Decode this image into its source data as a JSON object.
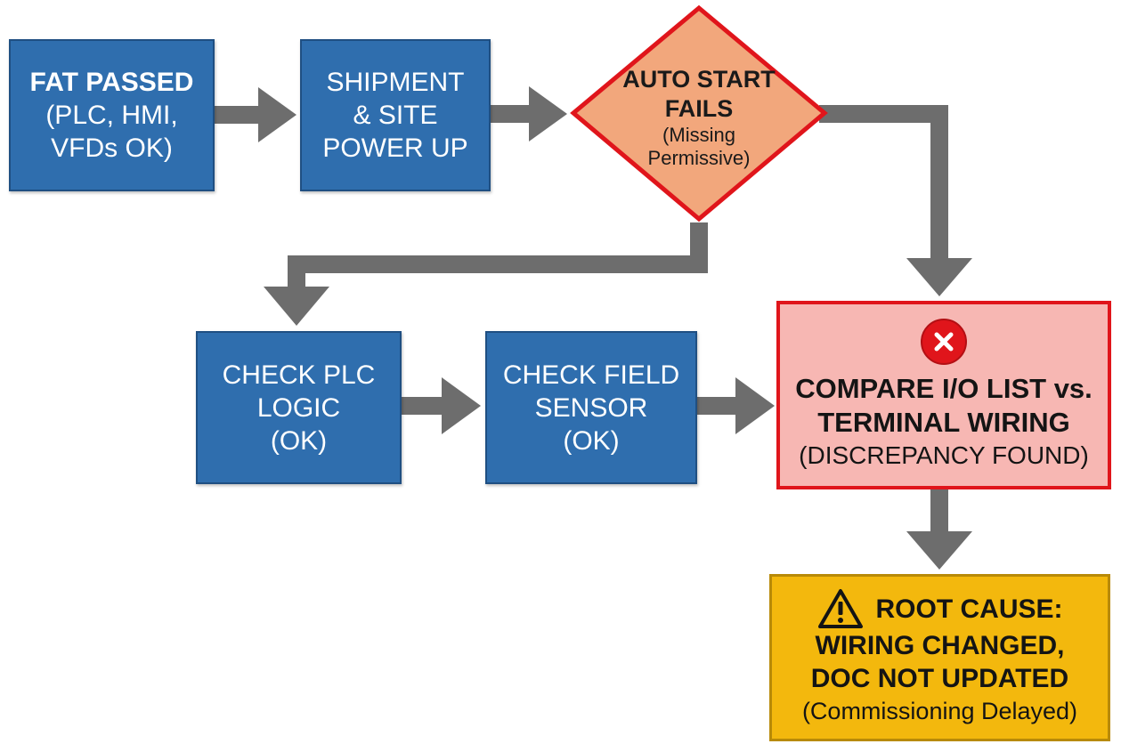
{
  "colors": {
    "process_box": "#2f6eae",
    "decision_fill": "#f2a77c",
    "decision_border": "#e0151b",
    "discrepancy_fill": "#f7b7b3",
    "root_cause_fill": "#f3b80d",
    "arrow": "#6d6d6d"
  },
  "nodes": {
    "fat": {
      "lines": [
        "FAT PASSED",
        "(PLC, HMI,",
        "VFDs OK)"
      ]
    },
    "shipment": {
      "lines": [
        "SHIPMENT",
        "& SITE",
        "POWER UP"
      ]
    },
    "auto_start": {
      "title_lines": [
        "AUTO START",
        "FAILS"
      ],
      "note_lines": [
        "(Missing",
        "Permissive)"
      ]
    },
    "check_plc": {
      "lines": [
        "CHECK PLC",
        "LOGIC",
        "(OK)"
      ]
    },
    "check_sensor": {
      "lines": [
        "CHECK FIELD",
        "SENSOR",
        "(OK)"
      ]
    },
    "compare": {
      "icon": "error-x-icon",
      "title_lines": [
        "COMPARE I/O LIST vs.",
        "TERMINAL WIRING"
      ],
      "note": "(DISCREPANCY FOUND)"
    },
    "root_cause": {
      "icon": "warning-icon",
      "title_lines": [
        "ROOT CAUSE:",
        "WIRING CHANGED,",
        "DOC NOT UPDATED"
      ],
      "note": "(Commissioning Delayed)"
    }
  }
}
